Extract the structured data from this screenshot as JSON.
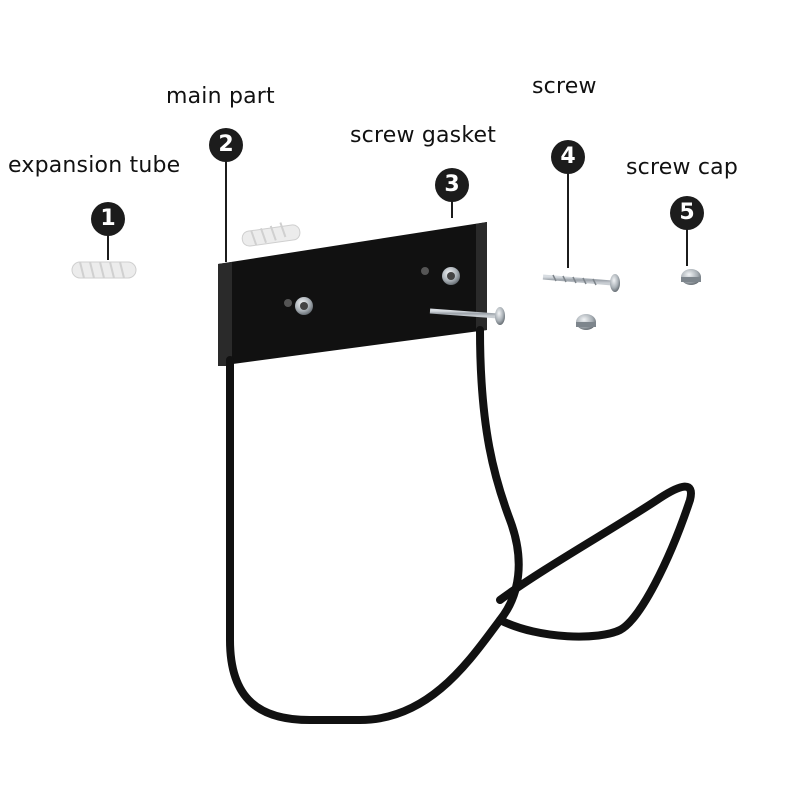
{
  "parts": [
    {
      "number": "1",
      "label": "expansion tube"
    },
    {
      "number": "2",
      "label": "main part"
    },
    {
      "number": "3",
      "label": "screw gasket"
    },
    {
      "number": "4",
      "label": "screw"
    },
    {
      "number": "5",
      "label": "screw cap"
    }
  ],
  "colors": {
    "bracket": "#111111",
    "badge": "#1c1c1c",
    "plastic": "#e6e6e6",
    "metal": "#a8aeb4"
  }
}
